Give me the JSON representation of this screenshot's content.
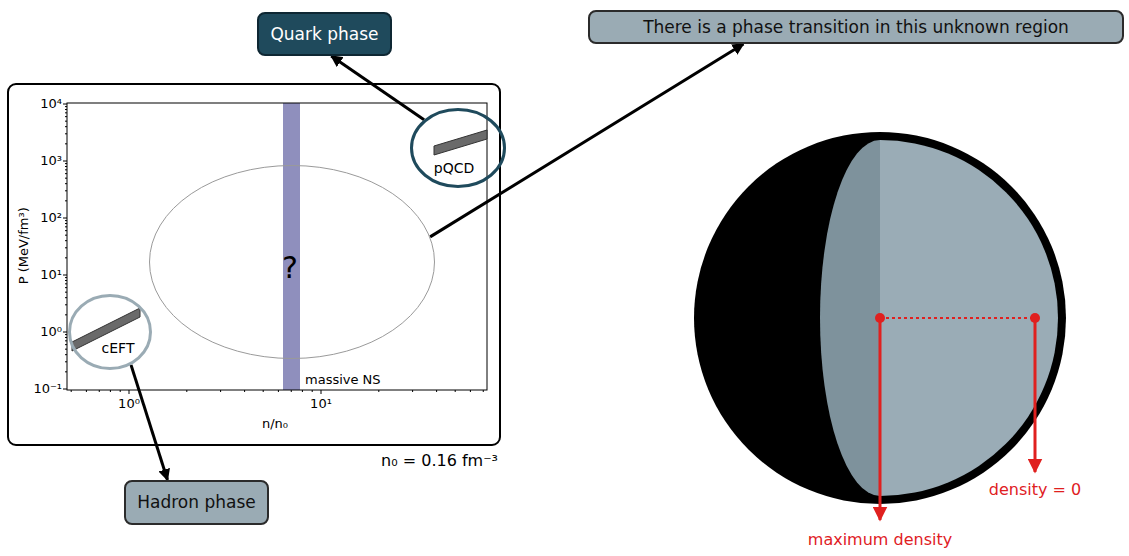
{
  "diagram": {
    "nodes": [
      {
        "text": [
          "Quark phase"
        ]
      },
      {
        "text": [
          "There is a phase transition in this unknown region"
        ]
      },
      {
        "text": [
          "pQCD"
        ]
      },
      {
        "text": [
          "?"
        ]
      },
      {
        "text": [
          "cEFT"
        ]
      },
      {
        "text": [
          "Hadron phase"
        ]
      }
    ],
    "edges": [
      {
        "from": 2,
        "to": 0,
        "arrow": "to"
      },
      {
        "from": 3,
        "to": 1,
        "arrow": "to"
      },
      {
        "from": 4,
        "to": 5,
        "arrow": "to"
      }
    ],
    "labels": [
      "10⁴",
      "10³",
      "10²",
      "10¹",
      "10⁰",
      "10⁻¹",
      "P (MeV/fm³)",
      "10⁰",
      "10¹",
      "n/n₀",
      "massive NS",
      "n₀ = 0.16 fm⁻³",
      "density = 0",
      "maximum density"
    ]
  }
}
